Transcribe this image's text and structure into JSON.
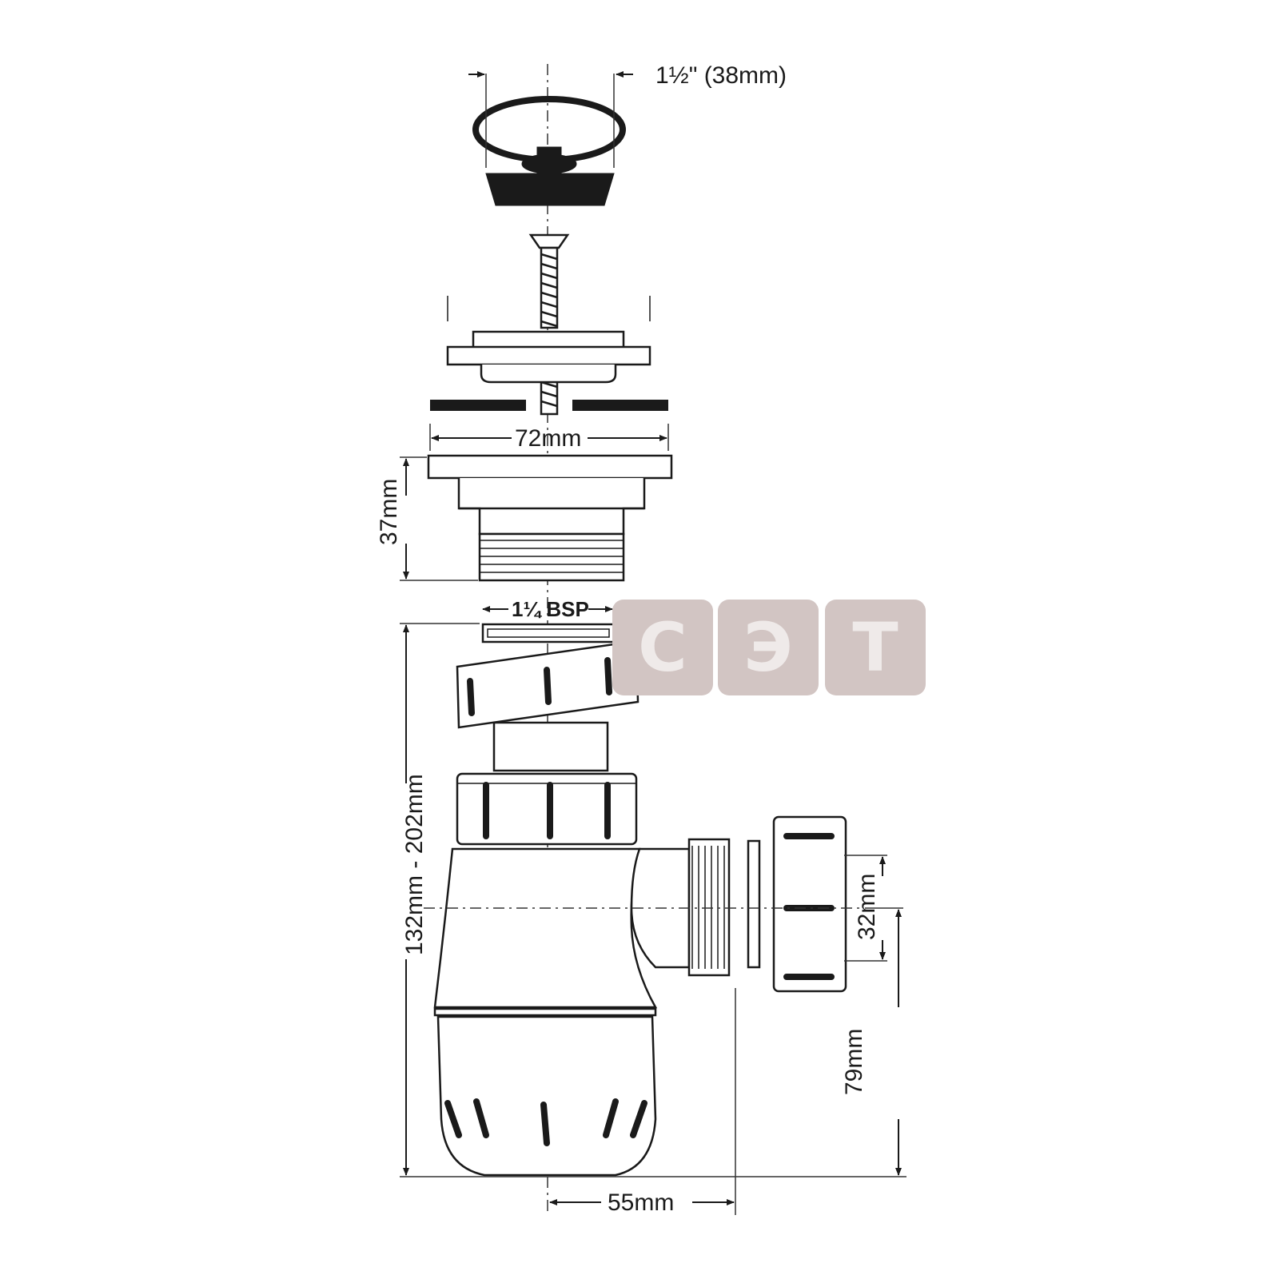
{
  "dimensions": {
    "stopper_width": "1½\" (38mm)",
    "flange_width": "72mm",
    "waste_height": "37mm",
    "thread": "1¼ BSP",
    "trap_height": "132mm - 202mm",
    "outlet_offset": "55mm",
    "outlet_size": "32mm",
    "outlet_height": "79mm"
  },
  "watermark": {
    "letters": [
      "С",
      "Э",
      "Т"
    ],
    "color": "#d2c5c3"
  },
  "colors": {
    "line": "#1a1a1a",
    "part_fill": "#f6f6f6"
  }
}
